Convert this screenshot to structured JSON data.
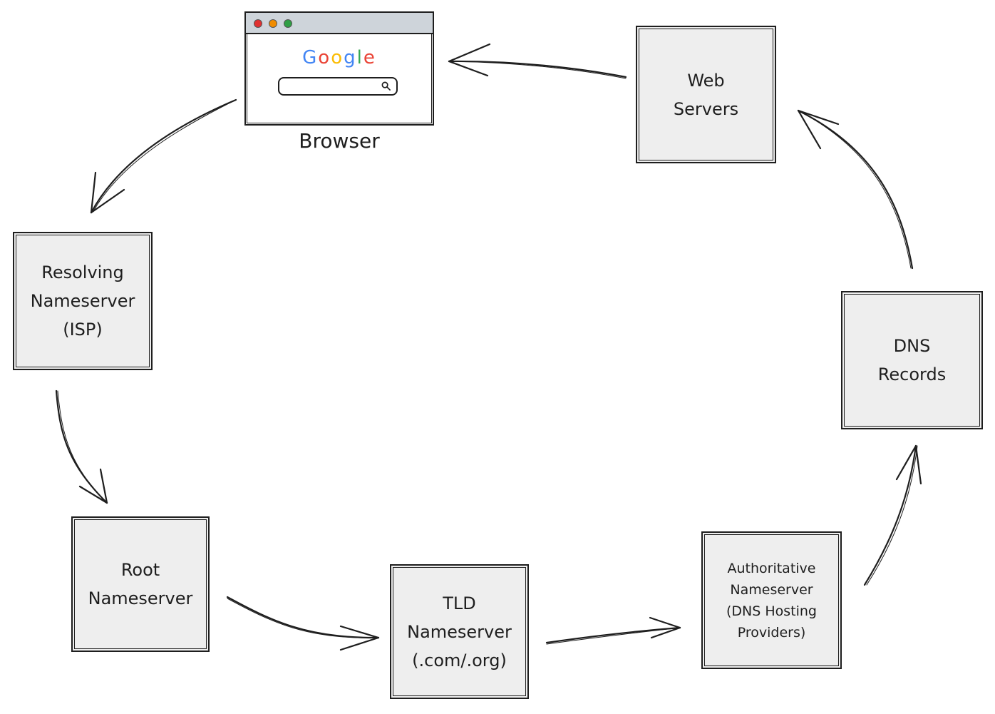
{
  "diagram": {
    "colors": {
      "stroke": "#1e1e1e",
      "box_fill": "#eeeeee",
      "browser_bar": "#ced4da",
      "google_blue": "#4285f4",
      "google_red": "#ea4335",
      "google_yellow": "#fbbc05",
      "google_green": "#34a853"
    },
    "browser": {
      "label": "Browser",
      "logo": {
        "letters": [
          "G",
          "o",
          "o",
          "g",
          "l",
          "e"
        ]
      },
      "search_icon": "search-icon"
    },
    "nodes": {
      "resolving": {
        "label": "Resolving\nNameserver\n(ISP)"
      },
      "root": {
        "label": "Root\nNameserver"
      },
      "tld": {
        "label": "TLD\nNameserver\n(.com/.org)"
      },
      "authoritative": {
        "label": "Authoritative\nNameserver\n(DNS Hosting\nProviders)"
      },
      "dns_records": {
        "label": "DNS\nRecords"
      },
      "web_servers": {
        "label": "Web\nServers"
      }
    },
    "flow": [
      "browser",
      "resolving",
      "root",
      "tld",
      "authoritative",
      "dns_records",
      "web_servers",
      "browser"
    ]
  }
}
